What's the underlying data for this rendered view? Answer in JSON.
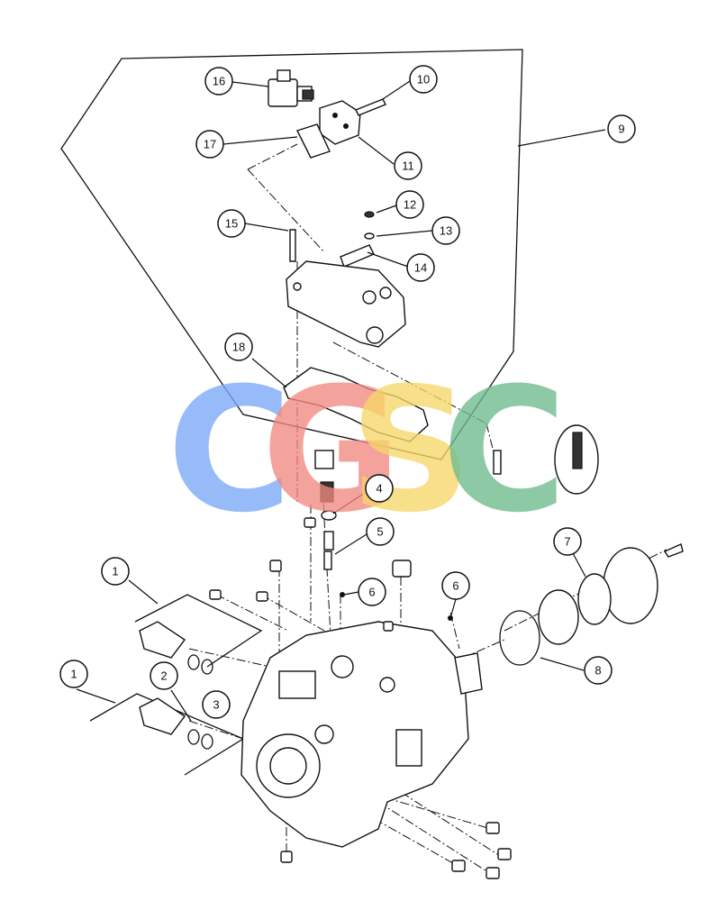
{
  "diagram": {
    "callouts": [
      {
        "id": "c16",
        "label": "16"
      },
      {
        "id": "c10",
        "label": "10"
      },
      {
        "id": "c17",
        "label": "17"
      },
      {
        "id": "c11",
        "label": "11"
      },
      {
        "id": "c9",
        "label": "9"
      },
      {
        "id": "c12",
        "label": "12"
      },
      {
        "id": "c15",
        "label": "15"
      },
      {
        "id": "c13",
        "label": "13"
      },
      {
        "id": "c14",
        "label": "14"
      },
      {
        "id": "c18",
        "label": "18"
      },
      {
        "id": "c4",
        "label": "4"
      },
      {
        "id": "c5",
        "label": "5"
      },
      {
        "id": "c7",
        "label": "7"
      },
      {
        "id": "c1a",
        "label": "1"
      },
      {
        "id": "c6a",
        "label": "6"
      },
      {
        "id": "c6b",
        "label": "6"
      },
      {
        "id": "c8",
        "label": "8"
      },
      {
        "id": "c2",
        "label": "2"
      },
      {
        "id": "c1b",
        "label": "1"
      },
      {
        "id": "c3",
        "label": "3"
      }
    ]
  },
  "watermark": {
    "letters": [
      "C",
      "G",
      "S",
      "C"
    ],
    "colors": [
      "#7aa7f7",
      "#f08a80",
      "#f7d76a",
      "#6fba8c"
    ]
  }
}
